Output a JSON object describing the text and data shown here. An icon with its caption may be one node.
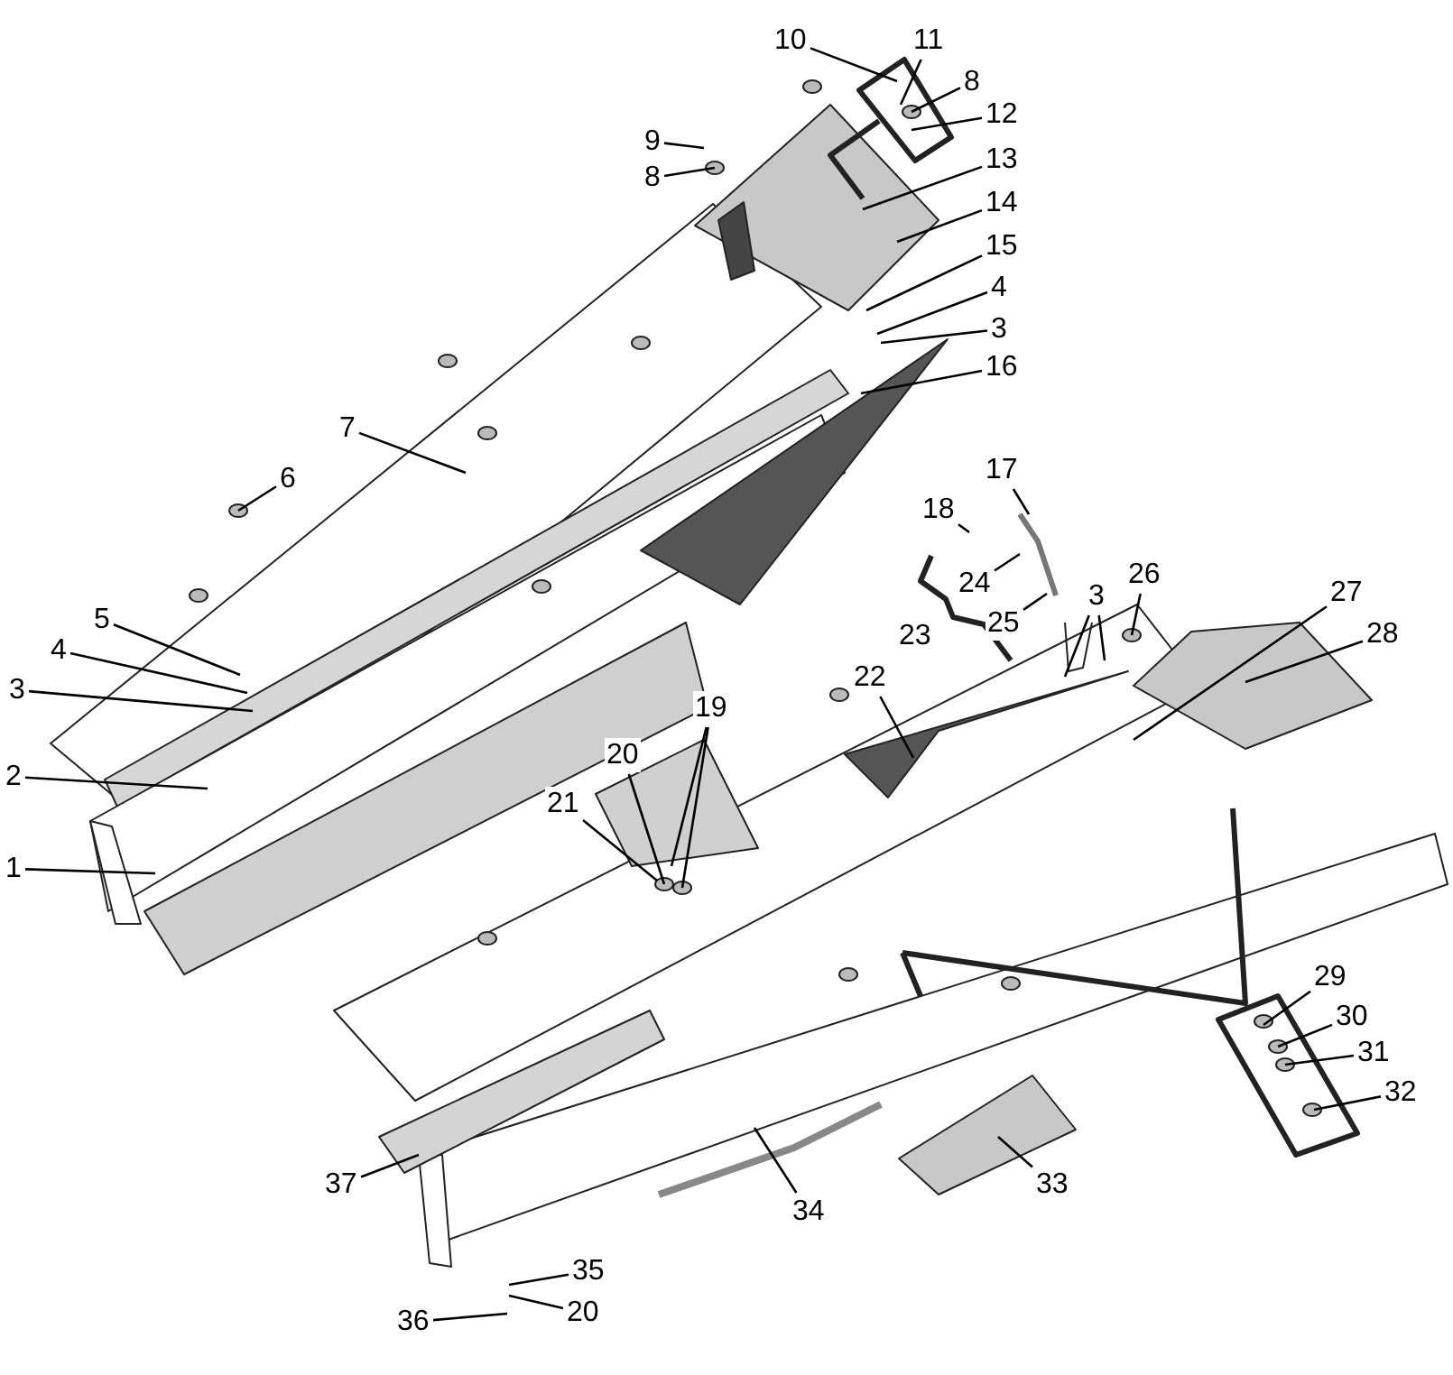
{
  "diagram": {
    "nodes": [
      {
        "text": [
          "10"
        ]
      },
      {
        "text": [
          "11"
        ]
      },
      {
        "text": [
          "8"
        ]
      },
      {
        "text": [
          "9"
        ]
      },
      {
        "text": [
          "12"
        ]
      },
      {
        "text": [
          "8"
        ]
      },
      {
        "text": [
          "13"
        ]
      },
      {
        "text": [
          "14"
        ]
      },
      {
        "text": [
          "15"
        ]
      },
      {
        "text": [
          "4"
        ]
      },
      {
        "text": [
          "3"
        ]
      },
      {
        "text": [
          "16"
        ]
      },
      {
        "text": [
          "7"
        ]
      },
      {
        "text": [
          "6"
        ]
      },
      {
        "text": [
          "17"
        ]
      },
      {
        "text": [
          "18"
        ]
      },
      {
        "text": [
          "24"
        ]
      },
      {
        "text": [
          "26"
        ]
      },
      {
        "text": [
          "27"
        ]
      },
      {
        "text": [
          "3"
        ]
      },
      {
        "text": [
          "25"
        ]
      },
      {
        "text": [
          "5"
        ]
      },
      {
        "text": [
          "28"
        ]
      },
      {
        "text": [
          "4"
        ]
      },
      {
        "text": [
          "3"
        ]
      },
      {
        "text": [
          "22"
        ]
      },
      {
        "text": [
          "19"
        ]
      },
      {
        "text": [
          "20"
        ]
      },
      {
        "text": [
          "2"
        ]
      },
      {
        "text": [
          "21"
        ]
      },
      {
        "text": [
          "1"
        ]
      },
      {
        "text": [
          "29"
        ]
      },
      {
        "text": [
          "30"
        ]
      },
      {
        "text": [
          "31"
        ]
      },
      {
        "text": [
          "32"
        ]
      },
      {
        "text": [
          "37"
        ]
      },
      {
        "text": [
          "33"
        ]
      },
      {
        "text": [
          "34"
        ]
      },
      {
        "text": [
          "35"
        ]
      },
      {
        "text": [
          "20"
        ]
      },
      {
        "text": [
          "36"
        ]
      },
      {
        "text": [
          "23"
        ]
      }
    ],
    "edges": [
      {
        "from": 0,
        "to": null,
        "arrow": "none"
      },
      {
        "from": 1,
        "to": null,
        "arrow": "none"
      },
      {
        "from": 2,
        "to": null,
        "arrow": "none"
      },
      {
        "from": 3,
        "to": null,
        "arrow": "none"
      },
      {
        "from": 4,
        "to": null,
        "arrow": "none"
      },
      {
        "from": 5,
        "to": null,
        "arrow": "none"
      },
      {
        "from": 6,
        "to": null,
        "arrow": "none"
      },
      {
        "from": 7,
        "to": null,
        "arrow": "none"
      },
      {
        "from": 8,
        "to": null,
        "arrow": "none"
      },
      {
        "from": 9,
        "to": null,
        "arrow": "none"
      },
      {
        "from": 10,
        "to": null,
        "arrow": "none"
      },
      {
        "from": 11,
        "to": null,
        "arrow": "none"
      },
      {
        "from": 12,
        "to": null,
        "arrow": "none"
      },
      {
        "from": 13,
        "to": null,
        "arrow": "none"
      },
      {
        "from": 14,
        "to": null,
        "arrow": "none"
      },
      {
        "from": 15,
        "to": null,
        "arrow": "none"
      },
      {
        "from": 16,
        "to": null,
        "arrow": "none"
      },
      {
        "from": 17,
        "to": null,
        "arrow": "none"
      },
      {
        "from": 18,
        "to": null,
        "arrow": "none"
      },
      {
        "from": 19,
        "to": null,
        "arrow": "none"
      },
      {
        "from": 19,
        "to": null,
        "arrow": "none"
      },
      {
        "from": 20,
        "to": null,
        "arrow": "none"
      },
      {
        "from": 21,
        "to": null,
        "arrow": "none"
      },
      {
        "from": 22,
        "to": null,
        "arrow": "none"
      },
      {
        "from": 23,
        "to": null,
        "arrow": "none"
      },
      {
        "from": 24,
        "to": null,
        "arrow": "none"
      },
      {
        "from": 25,
        "to": null,
        "arrow": "none"
      },
      {
        "from": 26,
        "to": null,
        "arrow": "none"
      },
      {
        "from": 26,
        "to": null,
        "arrow": "none"
      },
      {
        "from": 27,
        "to": null,
        "arrow": "none"
      },
      {
        "from": 28,
        "to": null,
        "arrow": "none"
      },
      {
        "from": 29,
        "to": null,
        "arrow": "none"
      },
      {
        "from": 30,
        "to": null,
        "arrow": "none"
      },
      {
        "from": 31,
        "to": null,
        "arrow": "none"
      },
      {
        "from": 32,
        "to": null,
        "arrow": "none"
      },
      {
        "from": 33,
        "to": null,
        "arrow": "none"
      },
      {
        "from": 34,
        "to": null,
        "arrow": "none"
      },
      {
        "from": 35,
        "to": null,
        "arrow": "none"
      },
      {
        "from": 36,
        "to": null,
        "arrow": "none"
      },
      {
        "from": 37,
        "to": null,
        "arrow": "none"
      },
      {
        "from": 38,
        "to": null,
        "arrow": "none"
      },
      {
        "from": 39,
        "to": null,
        "arrow": "none"
      },
      {
        "from": 40,
        "to": null,
        "arrow": "none"
      }
    ],
    "labels": []
  }
}
